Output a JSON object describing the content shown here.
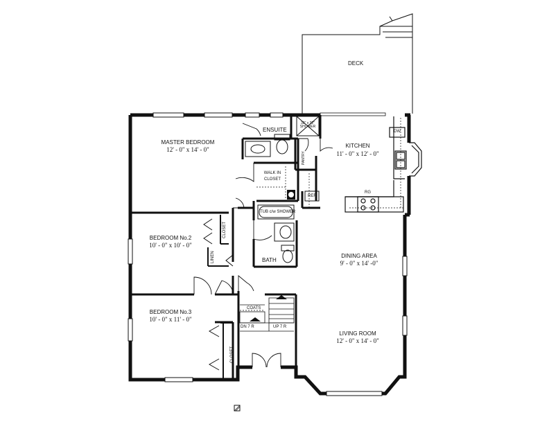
{
  "rooms": {
    "deck": {
      "name": "DECK"
    },
    "master_bedroom": {
      "name": "MASTER BEDROOM",
      "size": "12' - 0\" x 14' - 0\""
    },
    "ensuite": {
      "name": "ENSUITE"
    },
    "shower": {
      "name": "32\" x 32\" SHOWER"
    },
    "walk_in_closet": {
      "name_line1": "WALK IN",
      "name_line2": "CLOSET"
    },
    "kitchen": {
      "name": "KITCHEN",
      "size": "11' - 0\" x 12' - 0\""
    },
    "pantry": {
      "name": "PANTRY"
    },
    "bedroom2": {
      "name": "BEDROOM No.2",
      "size": "10' - 0\" x 10' - 0\""
    },
    "bedroom3": {
      "name": "BEDROOM No.3",
      "size": "10' - 0\" x 11' - 0\""
    },
    "dining": {
      "name": "DINING AREA",
      "size": "9' - 0\" x 14' -0\""
    },
    "living": {
      "name": "LIVING ROOM",
      "size": "12' - 0\" x 14' - 0\""
    },
    "bath": {
      "name": "BATH"
    },
    "tub": {
      "name": "TUB c/w SHOWER"
    }
  },
  "fixtures": {
    "linen": "LINEN",
    "closet_bed2": "CLOSET",
    "closet_bed3": "CLOSET",
    "coats": "COATS",
    "dw": "DW",
    "rg": "RG",
    "ref": "REF",
    "dn": "DN 7 R",
    "up": "UP 7 R"
  }
}
